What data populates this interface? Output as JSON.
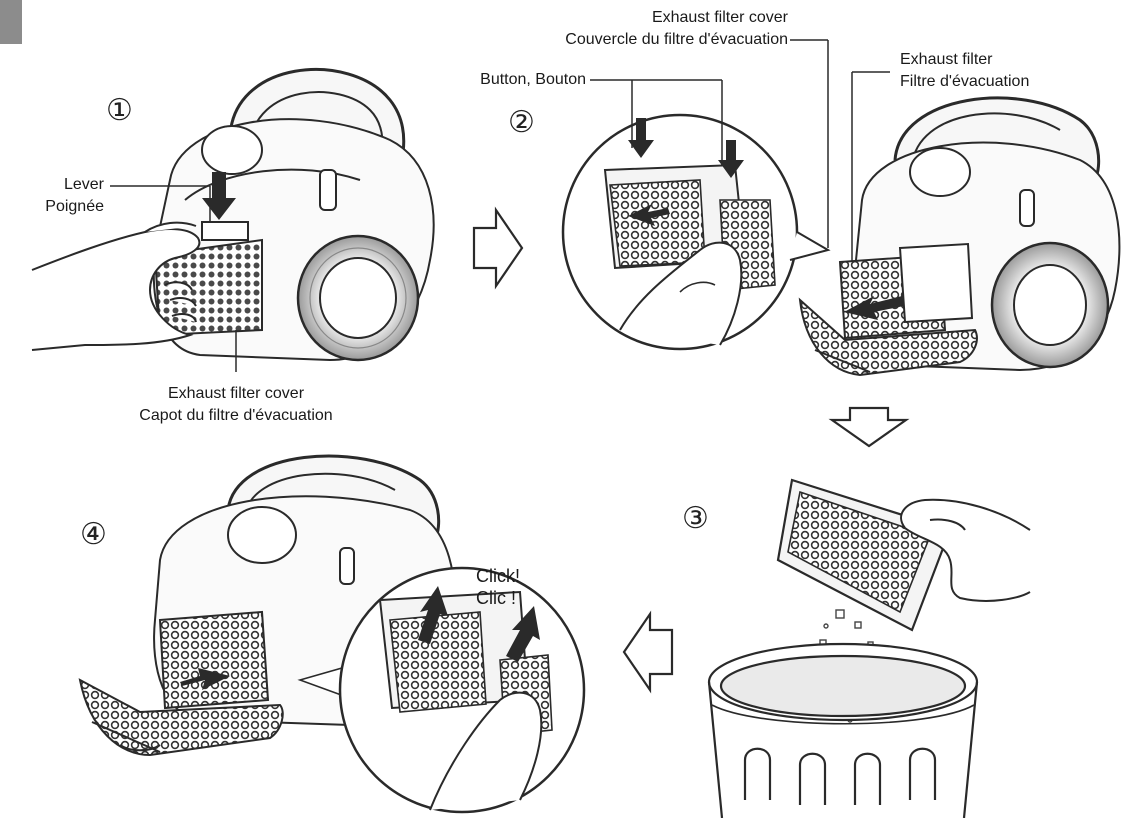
{
  "steps": {
    "s1": "①",
    "s2": "②",
    "s3": "③",
    "s4": "④"
  },
  "labels": {
    "lever_en": "Lever",
    "lever_fr": "Poignée",
    "cover_en": "Exhaust filter cover",
    "cover_fr": "Capot du filtre d'évacuation",
    "button": "Button, Bouton",
    "top_cover_en": "Exhaust filter cover",
    "top_cover_fr": "Couvercle du filtre d'évacuation",
    "filter_en": "Exhaust filter",
    "filter_fr": "Filtre d'évacuation",
    "click_en": "Click!",
    "click_fr": "Clic !"
  },
  "icons": [
    "vacuum-cleaner-icon",
    "exhaust-filter-icon",
    "hand-icon",
    "arrow-right-icon",
    "arrow-down-icon",
    "arrow-left-icon",
    "trash-bin-icon",
    "dust-icon"
  ],
  "colors": {
    "line": "#2a2a2a",
    "shade": "#bdbdbd",
    "mesh": "#555555",
    "corner": "#8c8c8c"
  }
}
